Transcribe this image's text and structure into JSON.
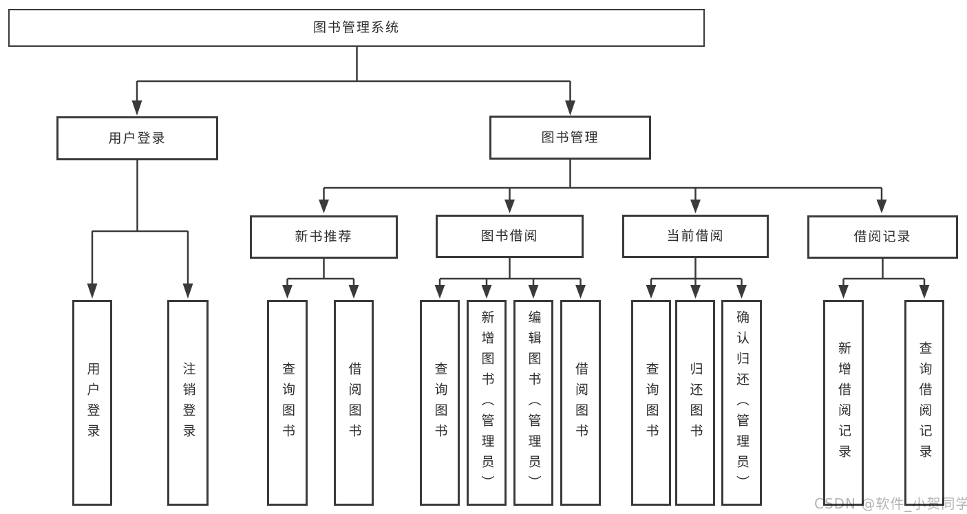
{
  "diagram": {
    "title": "图书管理系统",
    "branches": [
      {
        "label": "用户登录",
        "children": [
          {
            "label": "用户登录"
          },
          {
            "label": "注销登录"
          }
        ]
      },
      {
        "label": "图书管理",
        "children": [
          {
            "label": "新书推荐",
            "children": [
              {
                "label": "查询图书"
              },
              {
                "label": "借阅图书"
              }
            ]
          },
          {
            "label": "图书借阅",
            "children": [
              {
                "label": "查询图书"
              },
              {
                "label": "新增图书（管理员）"
              },
              {
                "label": "编辑图书（管理员）"
              },
              {
                "label": "借阅图书"
              }
            ]
          },
          {
            "label": "当前借阅",
            "children": [
              {
                "label": "查询图书"
              },
              {
                "label": "归还图书"
              },
              {
                "label": "确认归还（管理员）"
              }
            ]
          },
          {
            "label": "借阅记录",
            "children": [
              {
                "label": "新增借阅记录"
              },
              {
                "label": "查询借阅记录"
              }
            ]
          }
        ]
      }
    ]
  },
  "watermark": {
    "text": "CSDN @软件_小贺同学"
  },
  "colors": {
    "line": "#3a3a3a",
    "text": "#2d2d2d",
    "background": "#ffffff",
    "watermark": "#b3b3b3"
  }
}
